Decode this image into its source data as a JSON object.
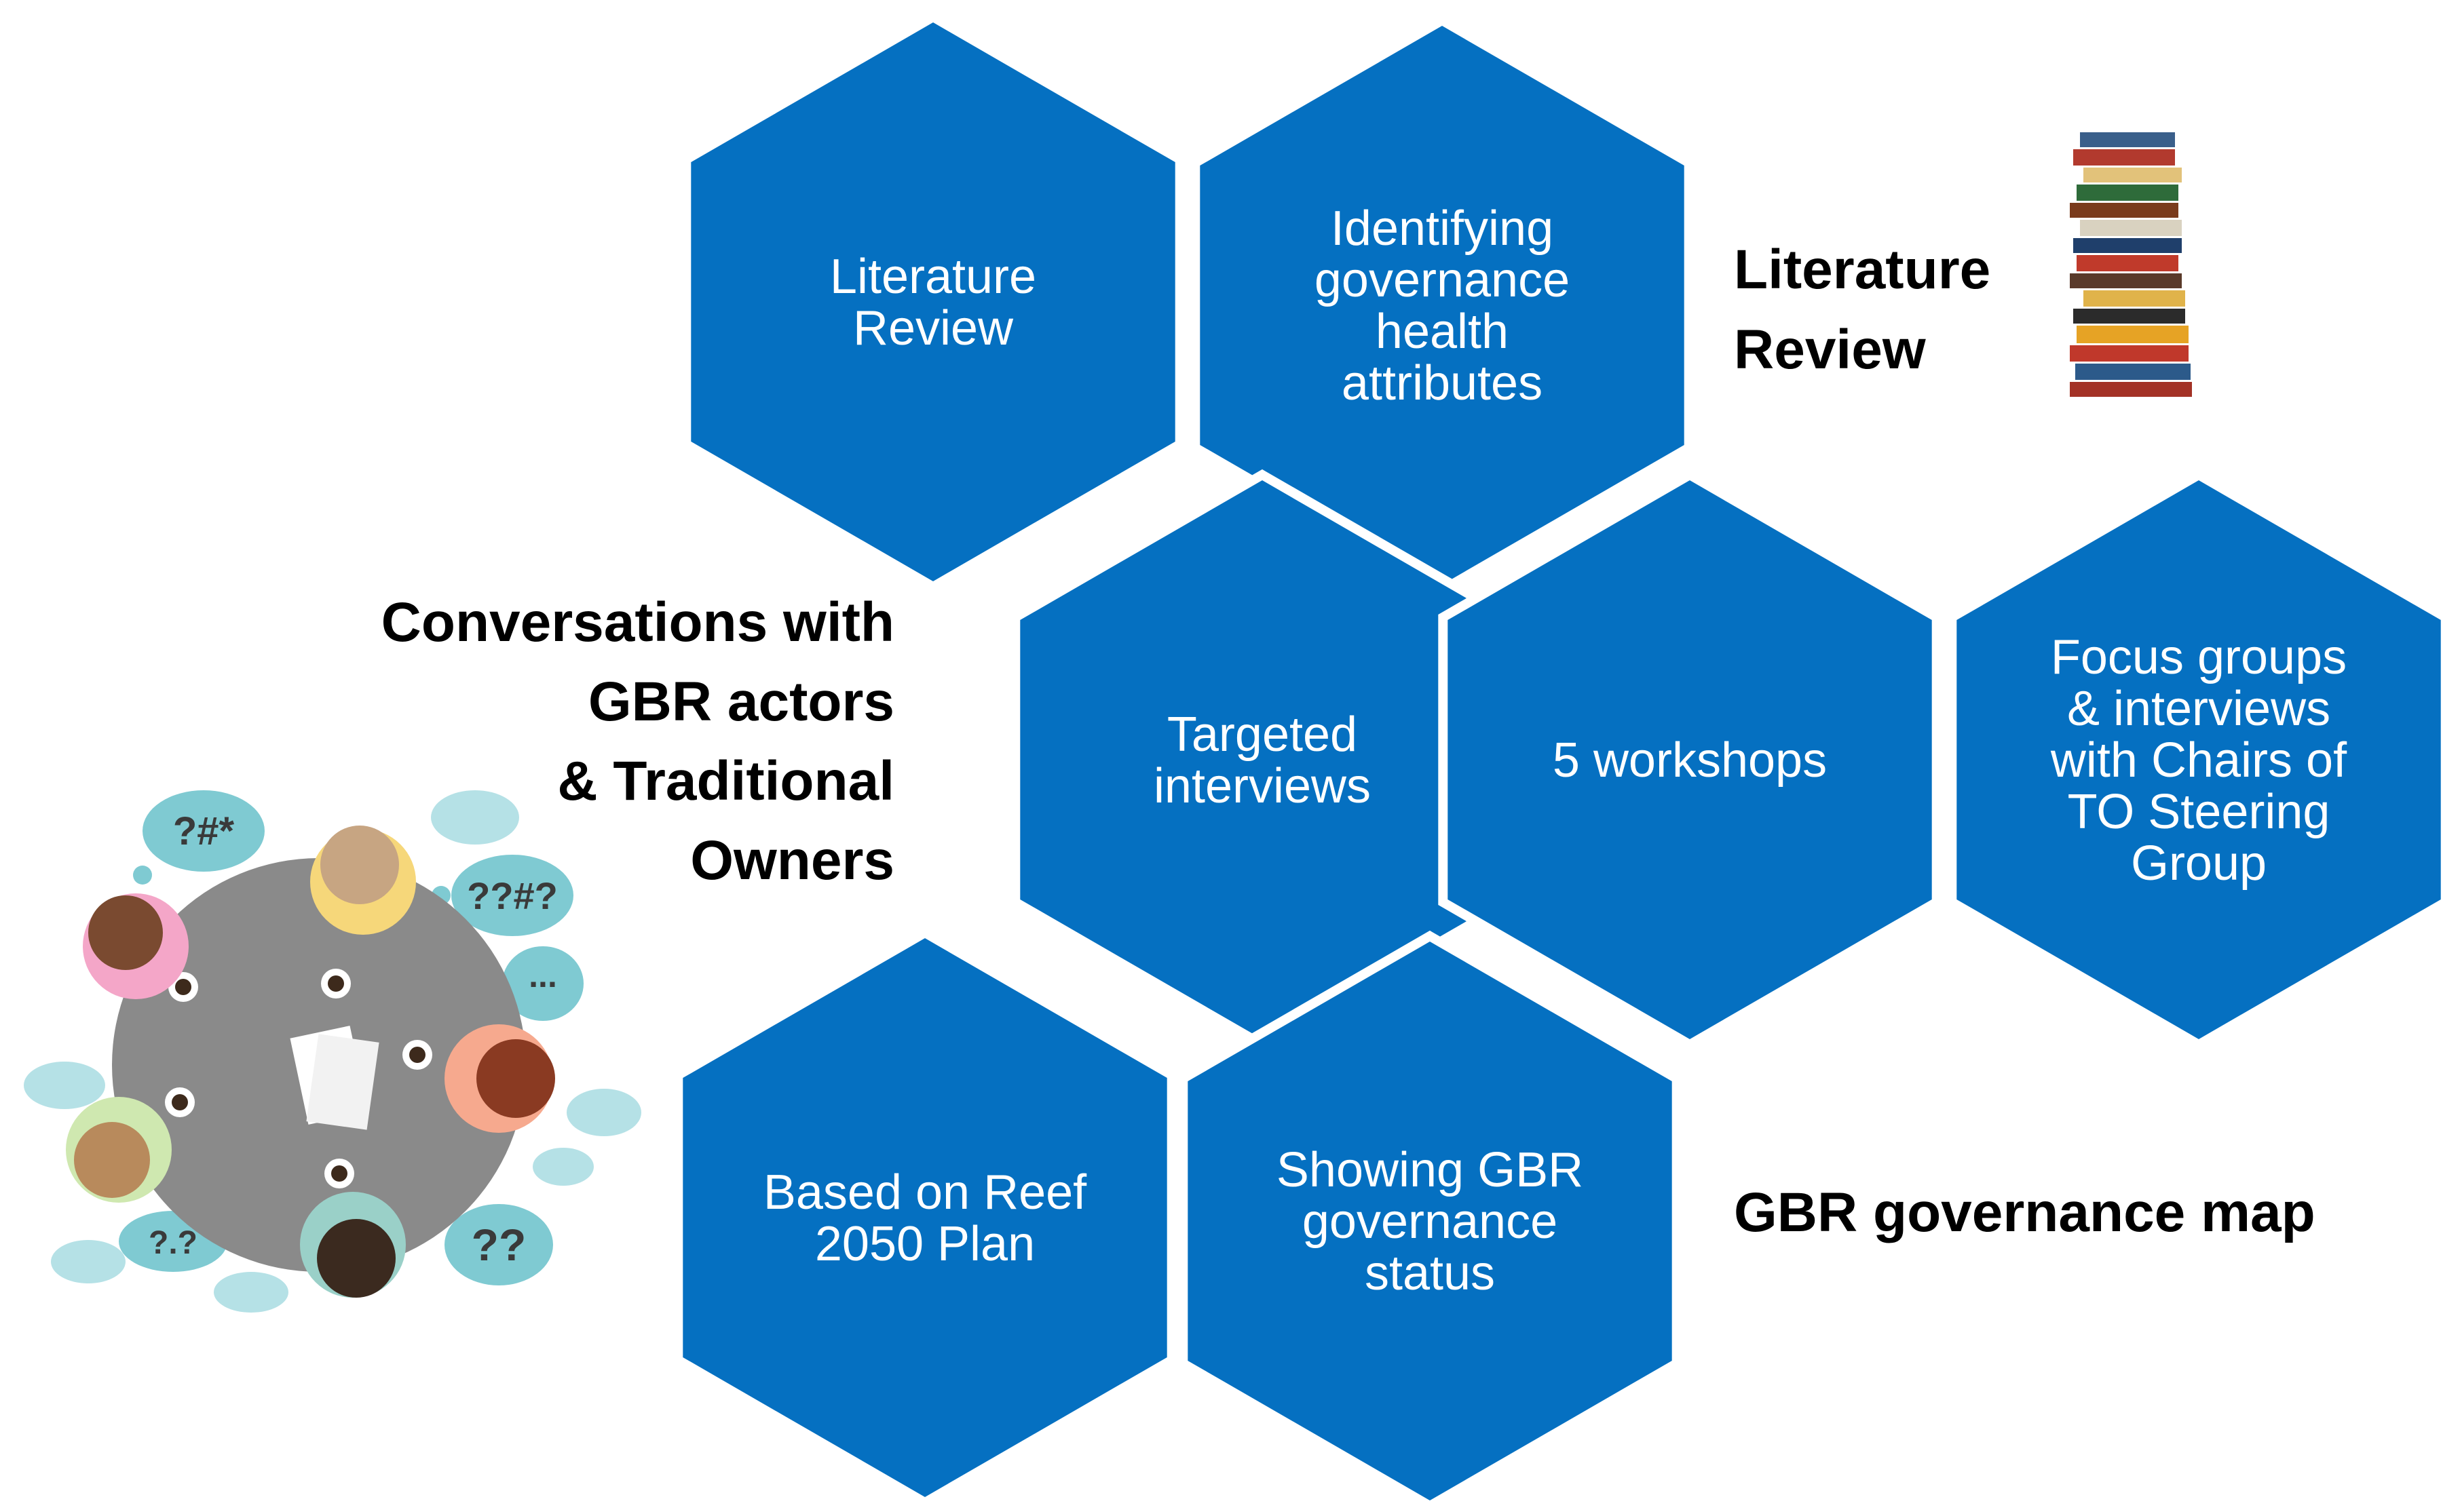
{
  "colors": {
    "hexagon": "#0570c1",
    "hexagon_text": "#ffffff",
    "label_text": "#000000",
    "table": "#8a8a8a",
    "speech_bubble": "#7fcad2"
  },
  "hexagons": [
    {
      "lines": [
        "Literature",
        "Review"
      ]
    },
    {
      "lines": [
        "Identifying",
        "governance",
        "health",
        "attributes"
      ]
    },
    {
      "lines": [
        "Targeted",
        "interviews"
      ]
    },
    {
      "lines": [
        "5 workshops"
      ]
    },
    {
      "lines": [
        "Focus groups",
        "& interviews",
        "with Chairs of",
        "TO Steering",
        "Group"
      ]
    },
    {
      "lines": [
        "Based on Reef",
        "2050 Plan"
      ]
    },
    {
      "lines": [
        "Showing GBR",
        "governance",
        "status"
      ]
    }
  ],
  "labels": {
    "literature_review": [
      "Literature",
      "Review"
    ],
    "conversations": [
      "Conversations with",
      "GBR actors",
      "& Traditional",
      "Owners"
    ],
    "governance_map": [
      "GBR governance map"
    ]
  },
  "icons": {
    "books": "stack-of-books-icon",
    "meeting": "round-table-meeting-icon"
  },
  "bubbles": {
    "top_left": "?#*",
    "top_right": "??#?",
    "middle_right": "...",
    "bottom_left": "?.?",
    "bottom_right": "??"
  }
}
